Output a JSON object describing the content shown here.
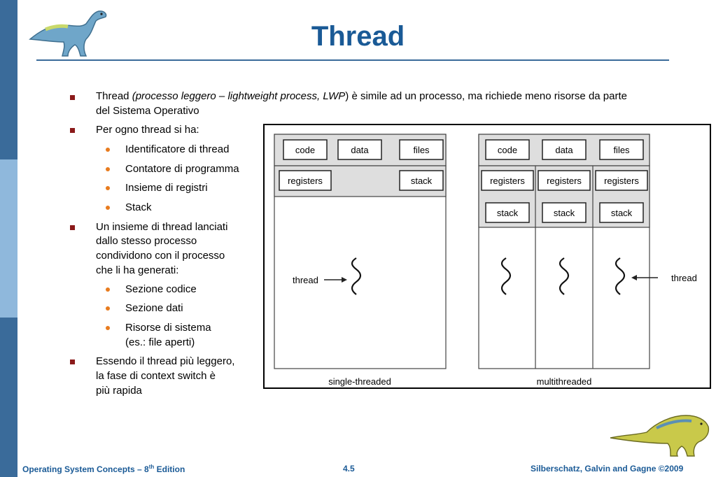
{
  "slide": {
    "title": "Thread",
    "footer": {
      "left_prefix": "Operating System Concepts – 8",
      "left_sup": "th",
      "left_suffix": " Edition",
      "center": "4.5",
      "right": "Silberschatz, Galvin and Gagne ©2009"
    }
  },
  "bullets": {
    "b1": {
      "part1": "Thread ",
      "italic": "(processo leggero – lightweight process, LWP",
      "part2": ") è simile ad un processo, ma richiede meno risorse da parte",
      "line2": "del Sistema Operativo"
    },
    "b2": {
      "text": "Per ogno thread si ha:",
      "items": [
        "Identificatore di thread",
        "Contatore di programma",
        "Insieme di registri",
        "Stack"
      ]
    },
    "b3": {
      "lines": [
        "Un insieme di thread lanciati",
        "dallo stesso processo",
        "condividono con il processo",
        "che li ha generati:"
      ],
      "items": [
        "Sezione codice",
        "Sezione dati",
        "Risorse di sistema"
      ],
      "item3_line2": "(es.: file aperti)"
    },
    "b4": {
      "lines": [
        "Essendo il thread più leggero,",
        "la fase di context switch è",
        "più rapida"
      ]
    }
  },
  "diagram": {
    "code": "code",
    "data": "data",
    "files": "files",
    "registers": "registers",
    "stack": "stack",
    "thread": "thread",
    "single_caption": "single-threaded",
    "multi_caption": "multithreaded"
  }
}
